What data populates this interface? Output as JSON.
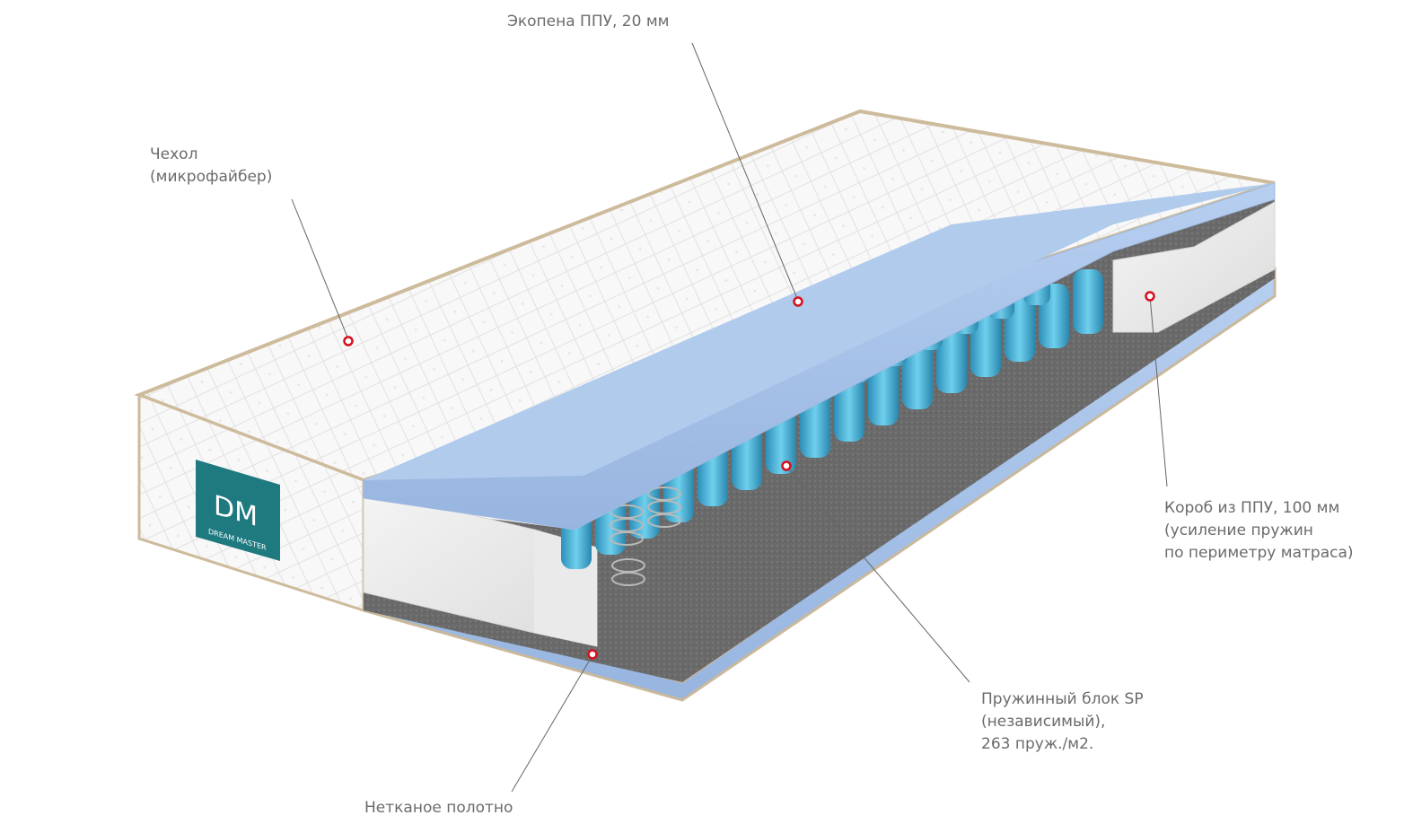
{
  "brand": {
    "logo_text": "DM",
    "logo_subtext": "DREAM MASTER",
    "logo_color": "#1f7a80"
  },
  "colors": {
    "cover": "#f7f7f7",
    "piping": "#c9b89a",
    "foam_layer": "#a9c4e8",
    "felt": "#6e6e6e",
    "spring": "#4fb6d8",
    "box_foam": "#eeeeee",
    "marker": "#d6101c",
    "leader_line": "#666666"
  },
  "callouts": {
    "foam": {
      "line1": "Экопена ППУ, 20 мм"
    },
    "cover": {
      "line1": "Чехол",
      "line2": "(микрофайбер)"
    },
    "box": {
      "line1": "Короб из ППУ, 100 мм",
      "line2": "(усиление пружин",
      "line3": "по периметру матраса)"
    },
    "spring_block": {
      "line1": "Пружинный блок SP",
      "line2": "(независимый),",
      "line3": "263 пруж./м2."
    },
    "nonwoven": {
      "line1": "Нетканое полотно"
    }
  }
}
